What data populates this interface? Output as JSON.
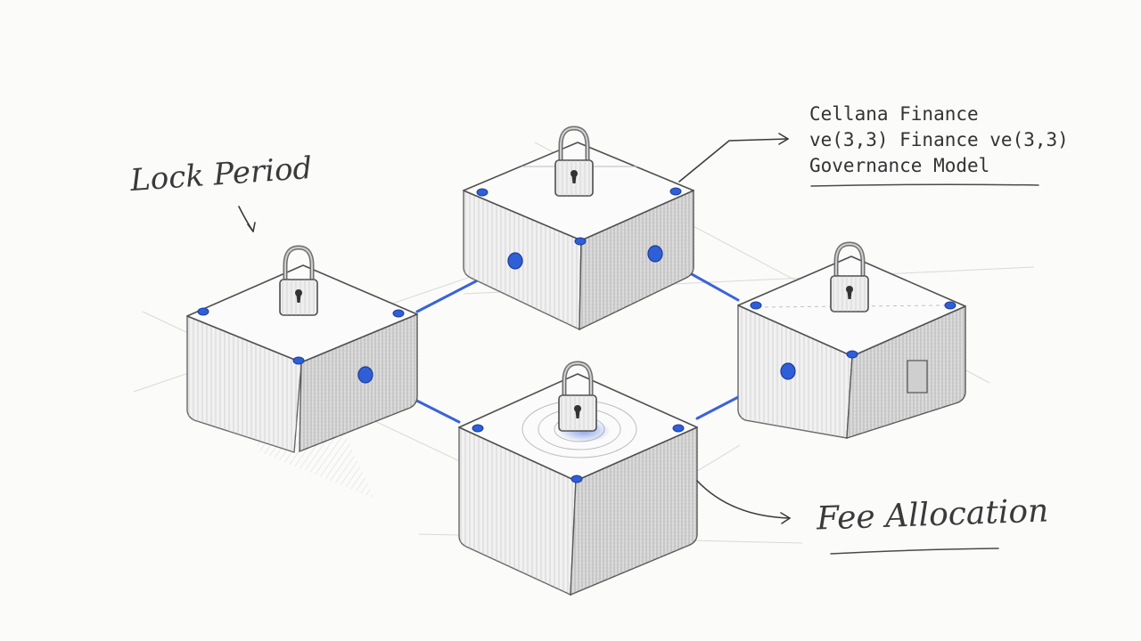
{
  "labels": {
    "lock_period": "Lock Period",
    "fee_allocation": "Fee Allocation",
    "title_lines": [
      "Cellana Finance",
      "ve(3,3) Finance ve(3,3)",
      "Governance Model"
    ]
  },
  "icons": [
    "padlock-icon"
  ],
  "colors": {
    "accent_blue": "#2f5fd6",
    "pencil": "#555555",
    "paper": "#fbfbfa"
  }
}
